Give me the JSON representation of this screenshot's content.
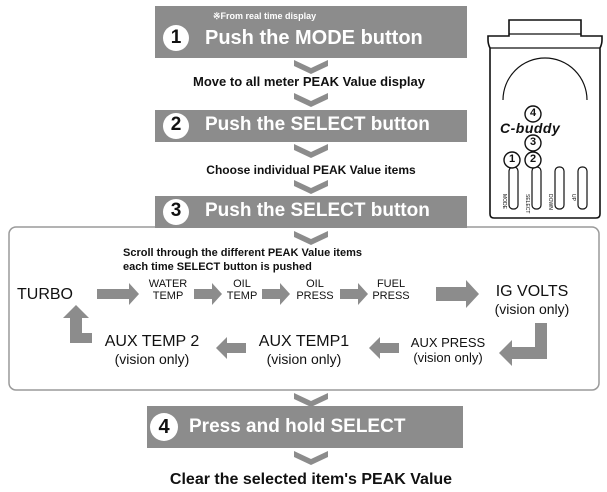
{
  "steps": {
    "step1": {
      "number": "1",
      "note": "※From real time display",
      "label": "Push the MODE button"
    },
    "after1": "Move to all meter PEAK Value display",
    "step2": {
      "number": "2",
      "label": "Push the SELECT button"
    },
    "after2": "Choose individual PEAK Value items",
    "step3": {
      "number": "3",
      "label": "Push the SELECT button"
    },
    "step4": {
      "number": "4",
      "label": "Press and hold SELECT"
    },
    "final": "Clear the selected item's PEAK Value"
  },
  "cycle": {
    "intro_line1": "Scroll through the different PEAK Value items",
    "intro_line2": "each time SELECT button is pushed",
    "items": {
      "turbo": "TURBO",
      "water_temp_1": "WATER",
      "water_temp_2": "TEMP",
      "oil_temp_1": "OIL",
      "oil_temp_2": "TEMP",
      "oil_press_1": "OIL",
      "oil_press_2": "PRESS",
      "fuel_press_1": "FUEL",
      "fuel_press_2": "PRESS",
      "ig_volts_1": "IG VOLTS",
      "ig_volts_2": "(vision only)",
      "aux_press_1": "AUX PRESS",
      "aux_press_2": "(vision only)",
      "aux_temp1_1": "AUX TEMP1",
      "aux_temp1_2": "(vision only)",
      "aux_temp2_1": "AUX TEMP 2",
      "aux_temp2_2": "(vision only)"
    }
  },
  "device": {
    "brand": "C-buddy",
    "markers": [
      "4",
      "3",
      "1",
      "2"
    ],
    "button_labels": [
      "MODE",
      "SELECT",
      "DOWN",
      "UP"
    ]
  },
  "colors": {
    "banner": "#8c8c8c",
    "arrow": "#8c8c8c",
    "frame": "#9a9a9a",
    "text": "#111111"
  }
}
